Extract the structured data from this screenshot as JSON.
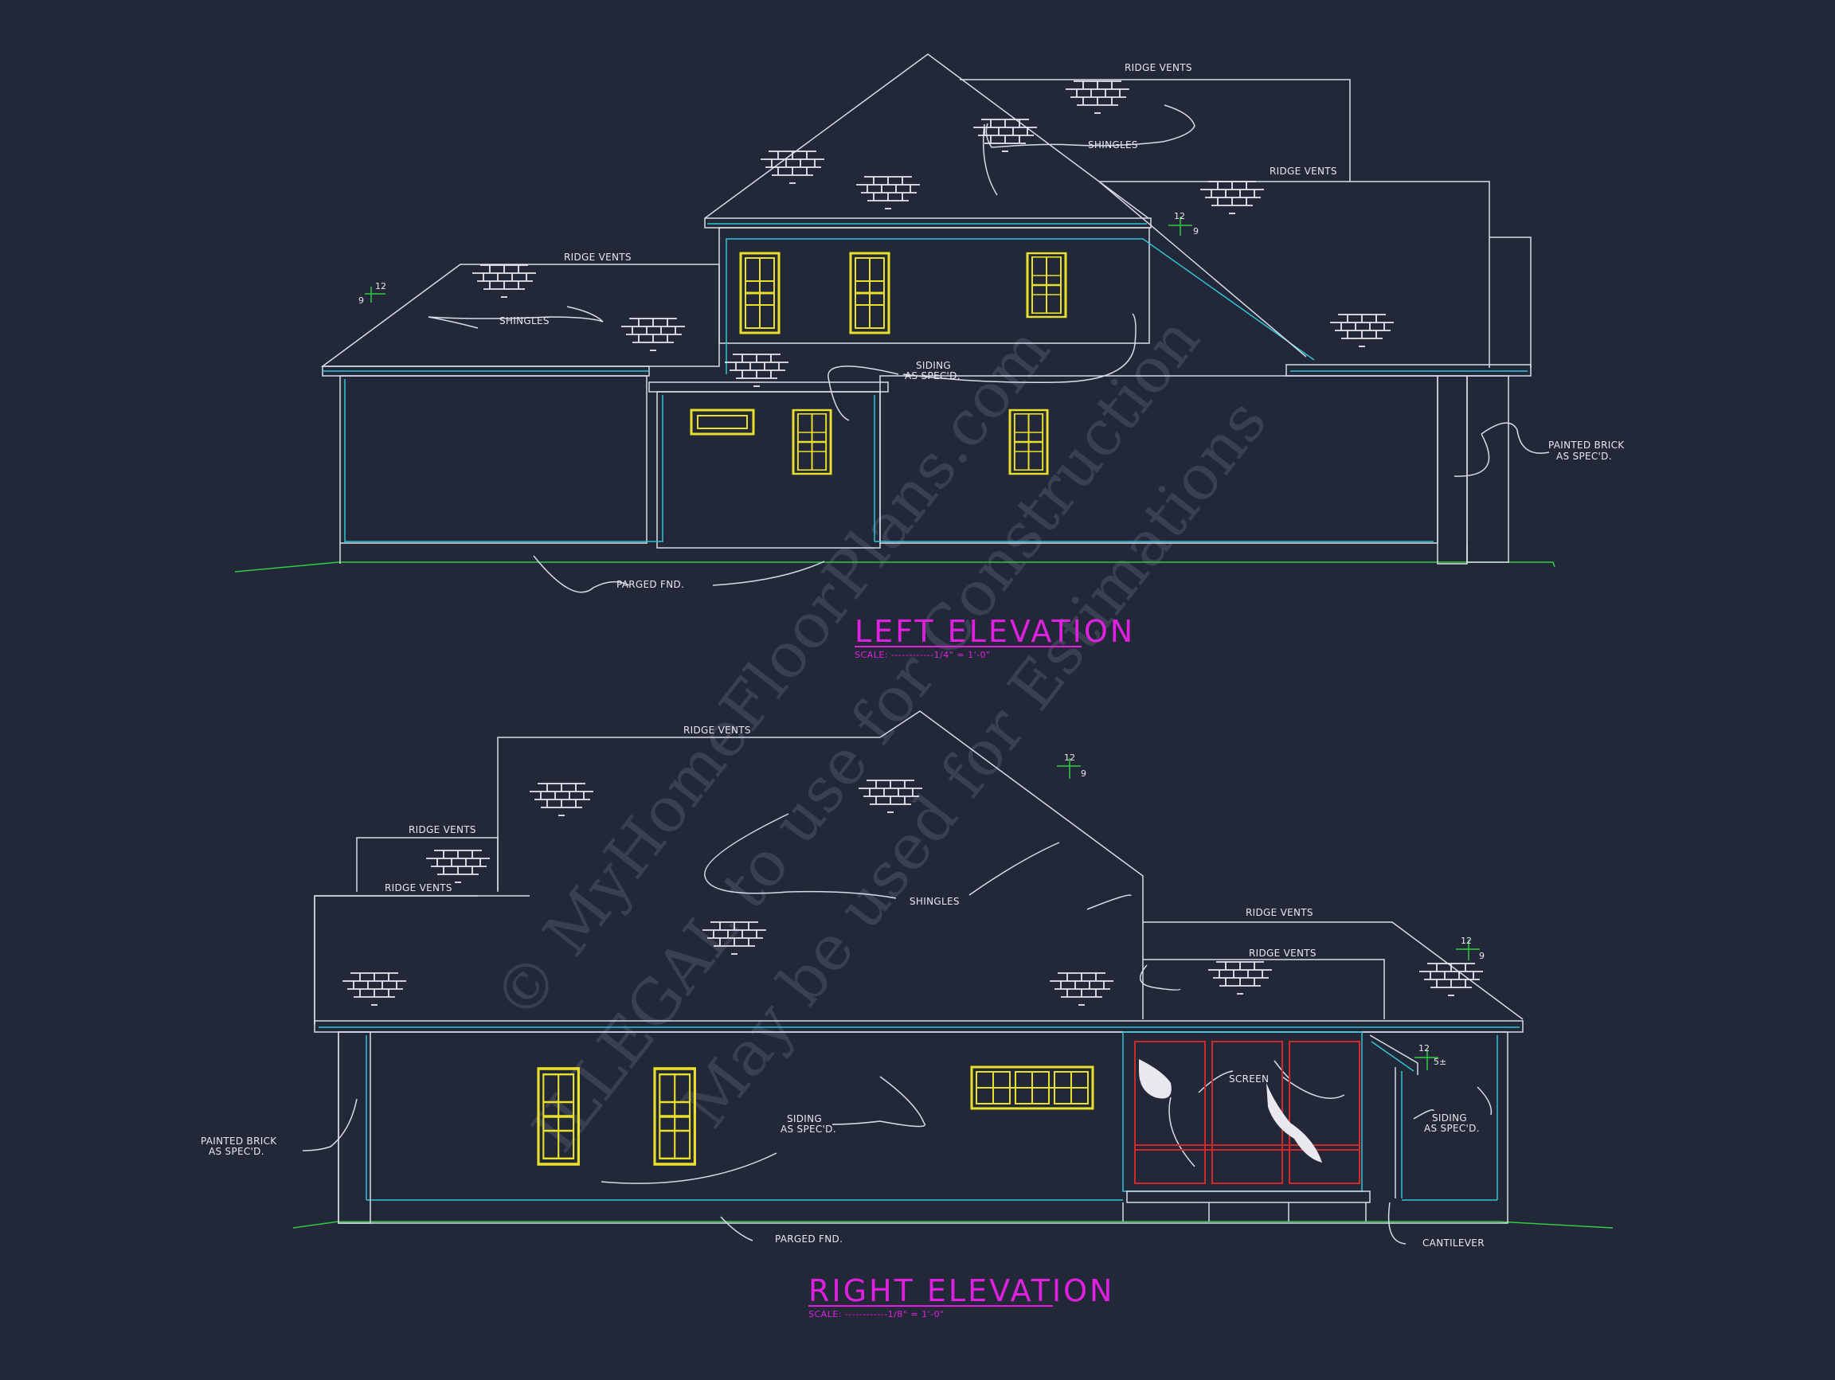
{
  "left_elevation": {
    "title": "LEFT ELEVATION",
    "scale": "SCALE: ------------1/4\" = 1'-0\"",
    "labels": {
      "ridge_vents_1": "RIDGE VENTS",
      "ridge_vents_2": "RIDGE VENTS",
      "ridge_vents_3": "RIDGE VENTS",
      "shingles_1": "SHINGLES",
      "shingles_2": "SHINGLES",
      "siding_1": "SIDING",
      "siding_2": "AS SPEC'D.",
      "painted_brick_1": "PAINTED BRICK",
      "painted_brick_2": "AS SPEC'D.",
      "parged": "PARGED FND."
    },
    "pitch_a": {
      "rise": "12",
      "run": "9"
    },
    "pitch_b": {
      "rise": "12",
      "run": "9"
    }
  },
  "right_elevation": {
    "title": "RIGHT ELEVATION",
    "scale": "SCALE: ------------1/8\" = 1'-0\"",
    "labels": {
      "ridge_vents_1": "RIDGE VENTS",
      "ridge_vents_2": "RIDGE VENTS",
      "ridge_vents_3": "RIDGE VENTS",
      "ridge_vents_4": "RIDGE VENTS",
      "ridge_vents_5": "RIDGE VENTS",
      "shingles": "SHINGLES",
      "screen": "SCREEN",
      "siding_a1": "SIDING",
      "siding_a2": "AS SPEC'D.",
      "siding_b1": "SIDING",
      "siding_b2": "AS SPEC'D.",
      "painted_brick_1": "PAINTED BRICK",
      "painted_brick_2": "AS SPEC'D.",
      "parged": "PARGED FND.",
      "cantilever": "CANTILEVER"
    },
    "pitch_a": {
      "rise": "12",
      "run": "9"
    },
    "pitch_b": {
      "rise": "12",
      "run": "9"
    },
    "pitch_c": {
      "rise": "12",
      "run": "5±"
    }
  },
  "watermark": {
    "line1": "© MyHomeFloorPlans.com",
    "line2": "ILLEGAL to use for Construction",
    "line3": "May be used for Estimations"
  },
  "colors": {
    "background": "#232838",
    "line": "#d8dce8",
    "cyan": "#2ec4d8",
    "window": "#e8e02a",
    "title": "#e020e0",
    "ground": "#2ecc40",
    "screen_frame": "#d02a2a"
  }
}
